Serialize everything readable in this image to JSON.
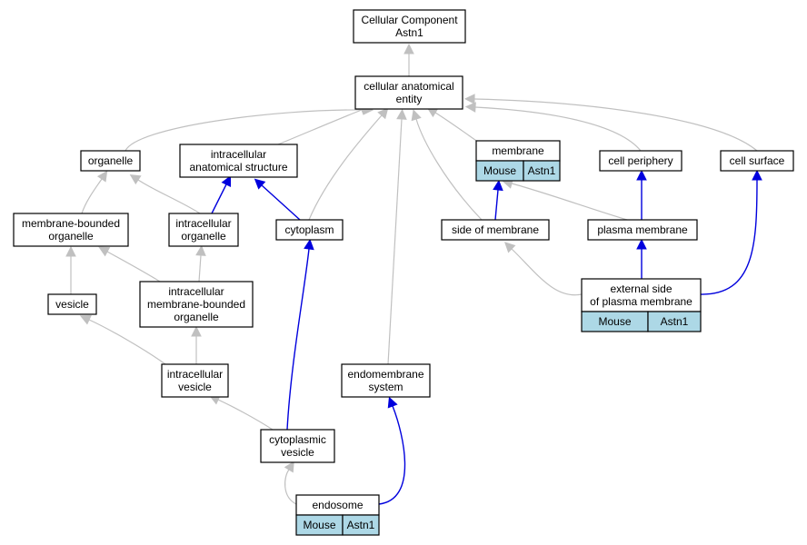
{
  "nodes": {
    "root": {
      "lines": [
        "Cellular Component",
        "Astn1"
      ]
    },
    "cae": {
      "lines": [
        "cellular anatomical",
        "entity"
      ]
    },
    "organelle": {
      "lines": [
        "organelle"
      ]
    },
    "ias": {
      "lines": [
        "intracellular",
        "anatomical structure"
      ]
    },
    "membrane": {
      "lines": [
        "membrane"
      ],
      "annotations": [
        "Mouse",
        "Astn1"
      ]
    },
    "cellperiphery": {
      "lines": [
        "cell periphery"
      ]
    },
    "cellsurface": {
      "lines": [
        "cell surface"
      ]
    },
    "mbo": {
      "lines": [
        "membrane-bounded",
        "organelle"
      ]
    },
    "io": {
      "lines": [
        "intracellular",
        "organelle"
      ]
    },
    "cytoplasm": {
      "lines": [
        "cytoplasm"
      ]
    },
    "som": {
      "lines": [
        "side of membrane"
      ]
    },
    "pm": {
      "lines": [
        "plasma membrane"
      ]
    },
    "vesicle": {
      "lines": [
        "vesicle"
      ]
    },
    "imbo": {
      "lines": [
        "intracellular",
        "membrane-bounded",
        "organelle"
      ]
    },
    "espm": {
      "lines": [
        "external side",
        "of plasma membrane"
      ],
      "annotations": [
        "Mouse",
        "Astn1"
      ]
    },
    "iv": {
      "lines": [
        "intracellular",
        "vesicle"
      ]
    },
    "endo": {
      "lines": [
        "endomembrane",
        "system"
      ]
    },
    "cv": {
      "lines": [
        "cytoplasmic",
        "vesicle"
      ]
    },
    "endosome": {
      "lines": [
        "endosome"
      ],
      "annotations": [
        "Mouse",
        "Astn1"
      ]
    }
  },
  "edges": [
    {
      "from": "cae",
      "to": "root",
      "relation": "is_a"
    },
    {
      "from": "organelle",
      "to": "cae",
      "relation": "is_a"
    },
    {
      "from": "ias",
      "to": "cae",
      "relation": "is_a"
    },
    {
      "from": "cytoplasm",
      "to": "cae",
      "relation": "is_a"
    },
    {
      "from": "endo",
      "to": "cae",
      "relation": "is_a"
    },
    {
      "from": "som",
      "to": "cae",
      "relation": "is_a"
    },
    {
      "from": "membrane",
      "to": "cae",
      "relation": "is_a"
    },
    {
      "from": "cellperiphery",
      "to": "cae",
      "relation": "is_a"
    },
    {
      "from": "cellsurface",
      "to": "cae",
      "relation": "is_a"
    },
    {
      "from": "mbo",
      "to": "organelle",
      "relation": "is_a"
    },
    {
      "from": "io",
      "to": "organelle",
      "relation": "is_a"
    },
    {
      "from": "io",
      "to": "ias",
      "relation": "part_of"
    },
    {
      "from": "cytoplasm",
      "to": "ias",
      "relation": "part_of"
    },
    {
      "from": "som",
      "to": "membrane",
      "relation": "part_of"
    },
    {
      "from": "pm",
      "to": "membrane",
      "relation": "is_a"
    },
    {
      "from": "pm",
      "to": "cellperiphery",
      "relation": "part_of"
    },
    {
      "from": "imbo",
      "to": "mbo",
      "relation": "is_a"
    },
    {
      "from": "imbo",
      "to": "io",
      "relation": "is_a"
    },
    {
      "from": "vesicle",
      "to": "mbo",
      "relation": "is_a"
    },
    {
      "from": "espm",
      "to": "som",
      "relation": "is_a"
    },
    {
      "from": "espm",
      "to": "pm",
      "relation": "part_of"
    },
    {
      "from": "espm",
      "to": "cellsurface",
      "relation": "part_of"
    },
    {
      "from": "iv",
      "to": "vesicle",
      "relation": "is_a"
    },
    {
      "from": "iv",
      "to": "imbo",
      "relation": "is_a"
    },
    {
      "from": "cv",
      "to": "iv",
      "relation": "is_a"
    },
    {
      "from": "cv",
      "to": "cytoplasm",
      "relation": "part_of"
    },
    {
      "from": "endosome",
      "to": "cv",
      "relation": "is_a"
    },
    {
      "from": "endosome",
      "to": "endo",
      "relation": "part_of"
    }
  ],
  "colors": {
    "is_a": "#c0c0c0",
    "part_of": "#0000dd",
    "annotation_fill": "#add8e6"
  }
}
